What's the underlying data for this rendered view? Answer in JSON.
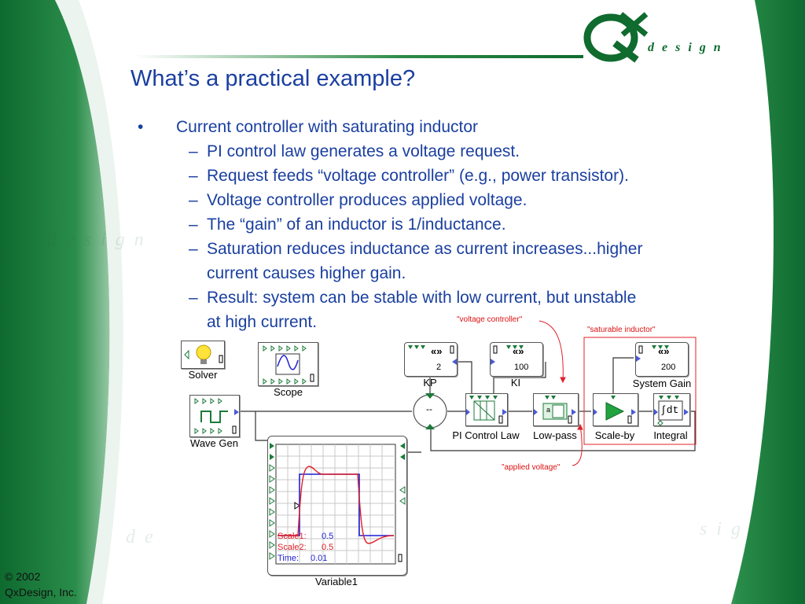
{
  "slide": {
    "title": "What’s a practical example?",
    "bullet": "Current controller with saturating inductor",
    "subitems": [
      "PI control law generates a voltage request.",
      "Request feeds “voltage controller” (e.g., power transistor).",
      "Voltage controller produces applied voltage.",
      "The “gain” of an inductor is 1/inductance.",
      "Saturation reduces inductance as current increases...higher",
      "current causes higher gain.",
      "Result:  system can be stable with low current, but unstable",
      "at high current."
    ],
    "copyright_line1": "© 2002",
    "copyright_line2": "QxDesign, Inc."
  },
  "logo": {
    "wordmark": "design"
  },
  "diagram": {
    "blocks": {
      "solver": "Solver",
      "scope": "Scope",
      "wavegen": "Wave Gen",
      "kp": "KP",
      "kp_value": "2",
      "ki": "KI",
      "ki_value": "100",
      "systemgain": "System Gain",
      "systemgain_value": "200",
      "pi": "PI Control Law",
      "lowpass": "Low-pass",
      "scaleby": "Scale-by",
      "integral": "Integral",
      "variable": "Variable1",
      "sum_symbol": "--",
      "integral_symbol": "∫dt",
      "lowpass_symbol": "a"
    },
    "annotations": {
      "voltage_controller": "\"voltage controller\"",
      "saturable_inductor": "\"saturable inductor\"",
      "applied_voltage": "\"applied voltage\""
    },
    "scope_readout": {
      "scale1_label": "Scale1:",
      "scale1_value": "0.5",
      "scale2_label": "Scale2:",
      "scale2_value": "0.5",
      "time_label": "Time:",
      "time_value": "0.01"
    },
    "colors": {
      "trace1": "#1f1fd8",
      "trace2": "#e0202a",
      "frame_red": "#e0202a",
      "accent_green": "#1b7a3a"
    }
  }
}
